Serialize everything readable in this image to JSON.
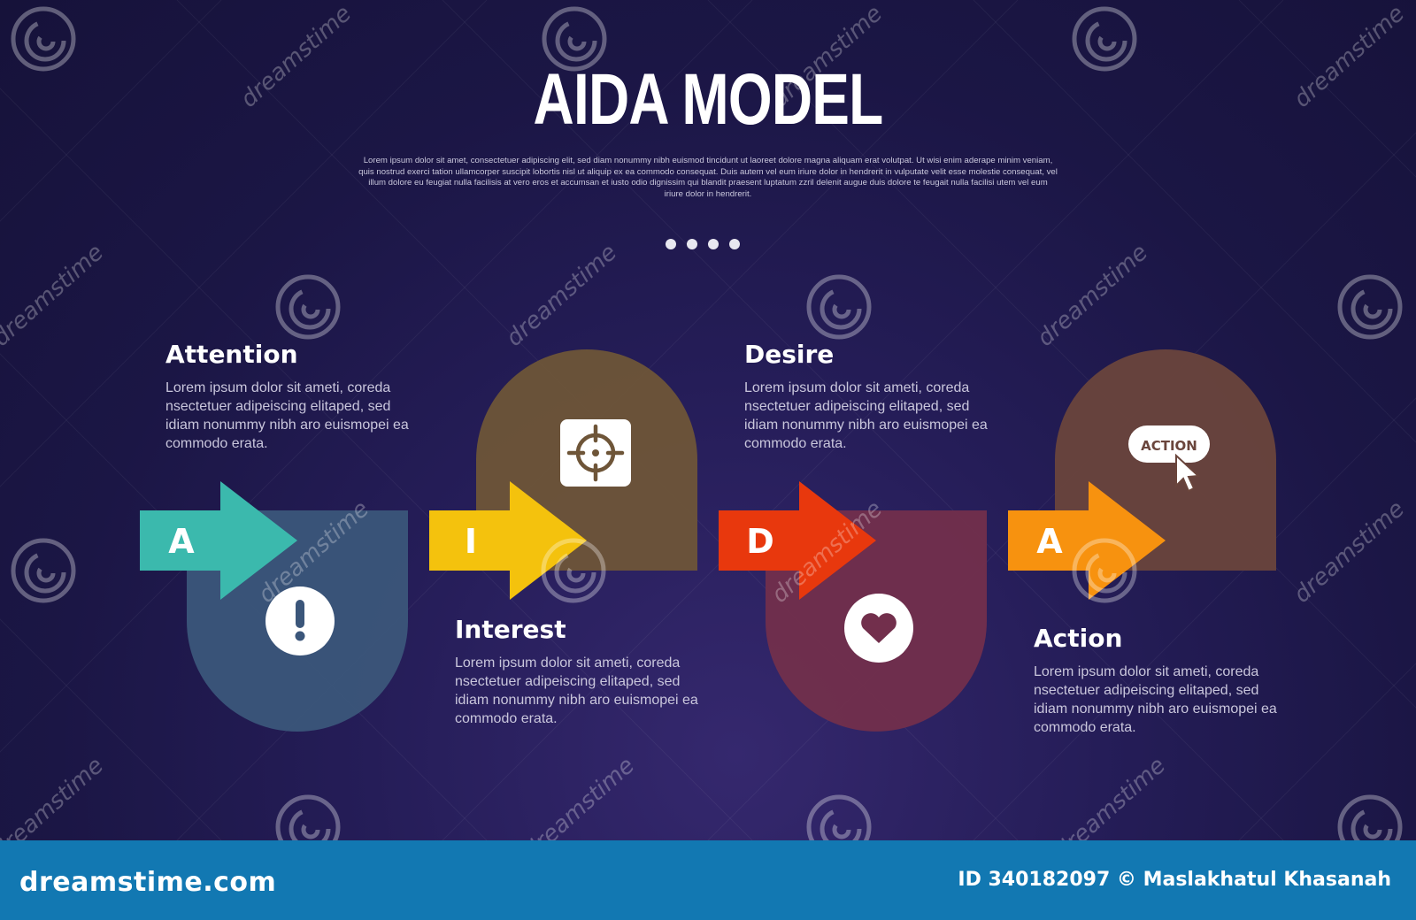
{
  "header": {
    "title": "AIDA MODEL",
    "intro": "Lorem ipsum dolor sit amet, consectetuer adipiscing elit, sed diam nonummy nibh euismod tincidunt ut laoreet dolore magna aliquam erat volutpat. Ut wisi enim aderape minim veniam, quis nostrud exerci tation ullamcorper suscipit lobortis nisl ut aliquip ex ea commodo consequat. Duis autem vel eum iriure dolor in hendrerit in vulputate velit esse molestie consequat, vel illum dolore eu feugiat nulla facilisis at vero eros et accumsan et iusto odio dignissim qui blandit praesent luptatum zzril delenit augue duis dolore te feugait nulla facilisi utem vel eum iriure dolor in hendrerit.",
    "dot_count": 4
  },
  "stages": [
    {
      "letter": "A",
      "title": "Attention",
      "desc": "Lorem ipsum dolor sit ameti, coreda nsectetuer adipeiscing elitaped, sed idiam nonummy nibh aro euismopei ea commodo erata.",
      "arrow_color": "#3bb9ad",
      "blob_color": "#3b567a",
      "icon": "exclamation-icon"
    },
    {
      "letter": "I",
      "title": "Interest",
      "desc": "Lorem ipsum dolor sit ameti, coreda nsectetuer adipeiscing elitaped, sed idiam nonummy nibh aro euismopei ea commodo erata.",
      "arrow_color": "#f4c20d",
      "blob_color": "#6e5538",
      "icon": "target-icon"
    },
    {
      "letter": "D",
      "title": "Desire",
      "desc": "Lorem ipsum dolor sit ameti, coreda nsectetuer adipeiscing elitaped, sed idiam nonummy nibh aro euismopei ea commodo erata.",
      "arrow_color": "#e8380d",
      "blob_color": "#722f4c",
      "icon": "heart-icon"
    },
    {
      "letter": "A",
      "title": "Action",
      "desc": "Lorem ipsum dolor sit ameti, coreda nsectetuer adipeiscing elitaped, sed idiam nonummy nibh aro euismopei ea commodo erata.",
      "arrow_color": "#f7920f",
      "blob_color": "#6a453c",
      "icon": "action-button-cursor-icon",
      "icon_label": "ACTION"
    }
  ],
  "colors": {
    "background": "#1f1850",
    "footer": "#1278b2"
  },
  "footer": {
    "site": "dreamstime.com",
    "credit": "ID 340182097 © Maslakhatul Khasanah"
  },
  "watermark": {
    "text": "dreamstime"
  }
}
